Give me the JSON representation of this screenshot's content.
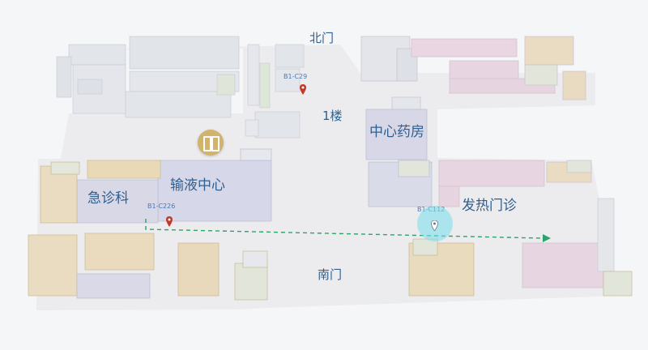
{
  "floor_label": "1楼",
  "gates": {
    "north": "北门",
    "south": "南门"
  },
  "departments": {
    "pharmacy": "中心药房",
    "infusion": "输液中心",
    "emergency": "急诊科",
    "fever_clinic": "发热门诊"
  },
  "markers": {
    "start_code": "B1-C226",
    "end_code": "B1-C112",
    "north_marker_code": "B1-C29"
  },
  "colors": {
    "floor": "#edeff2",
    "gray_room": "#dfe2e7",
    "purple_room": "#d6d6e8",
    "beige_room": "#eadcc0",
    "pink_room": "#e7d7e1",
    "green_room": "#dfe7d7",
    "route": "#2ba36a",
    "label": "#2f5f8f",
    "elevator": "#d2b36e"
  },
  "icons": {
    "elevator": "elevator-icon",
    "start_pin": "location-pin-icon",
    "end_pin": "destination-pin-icon"
  }
}
